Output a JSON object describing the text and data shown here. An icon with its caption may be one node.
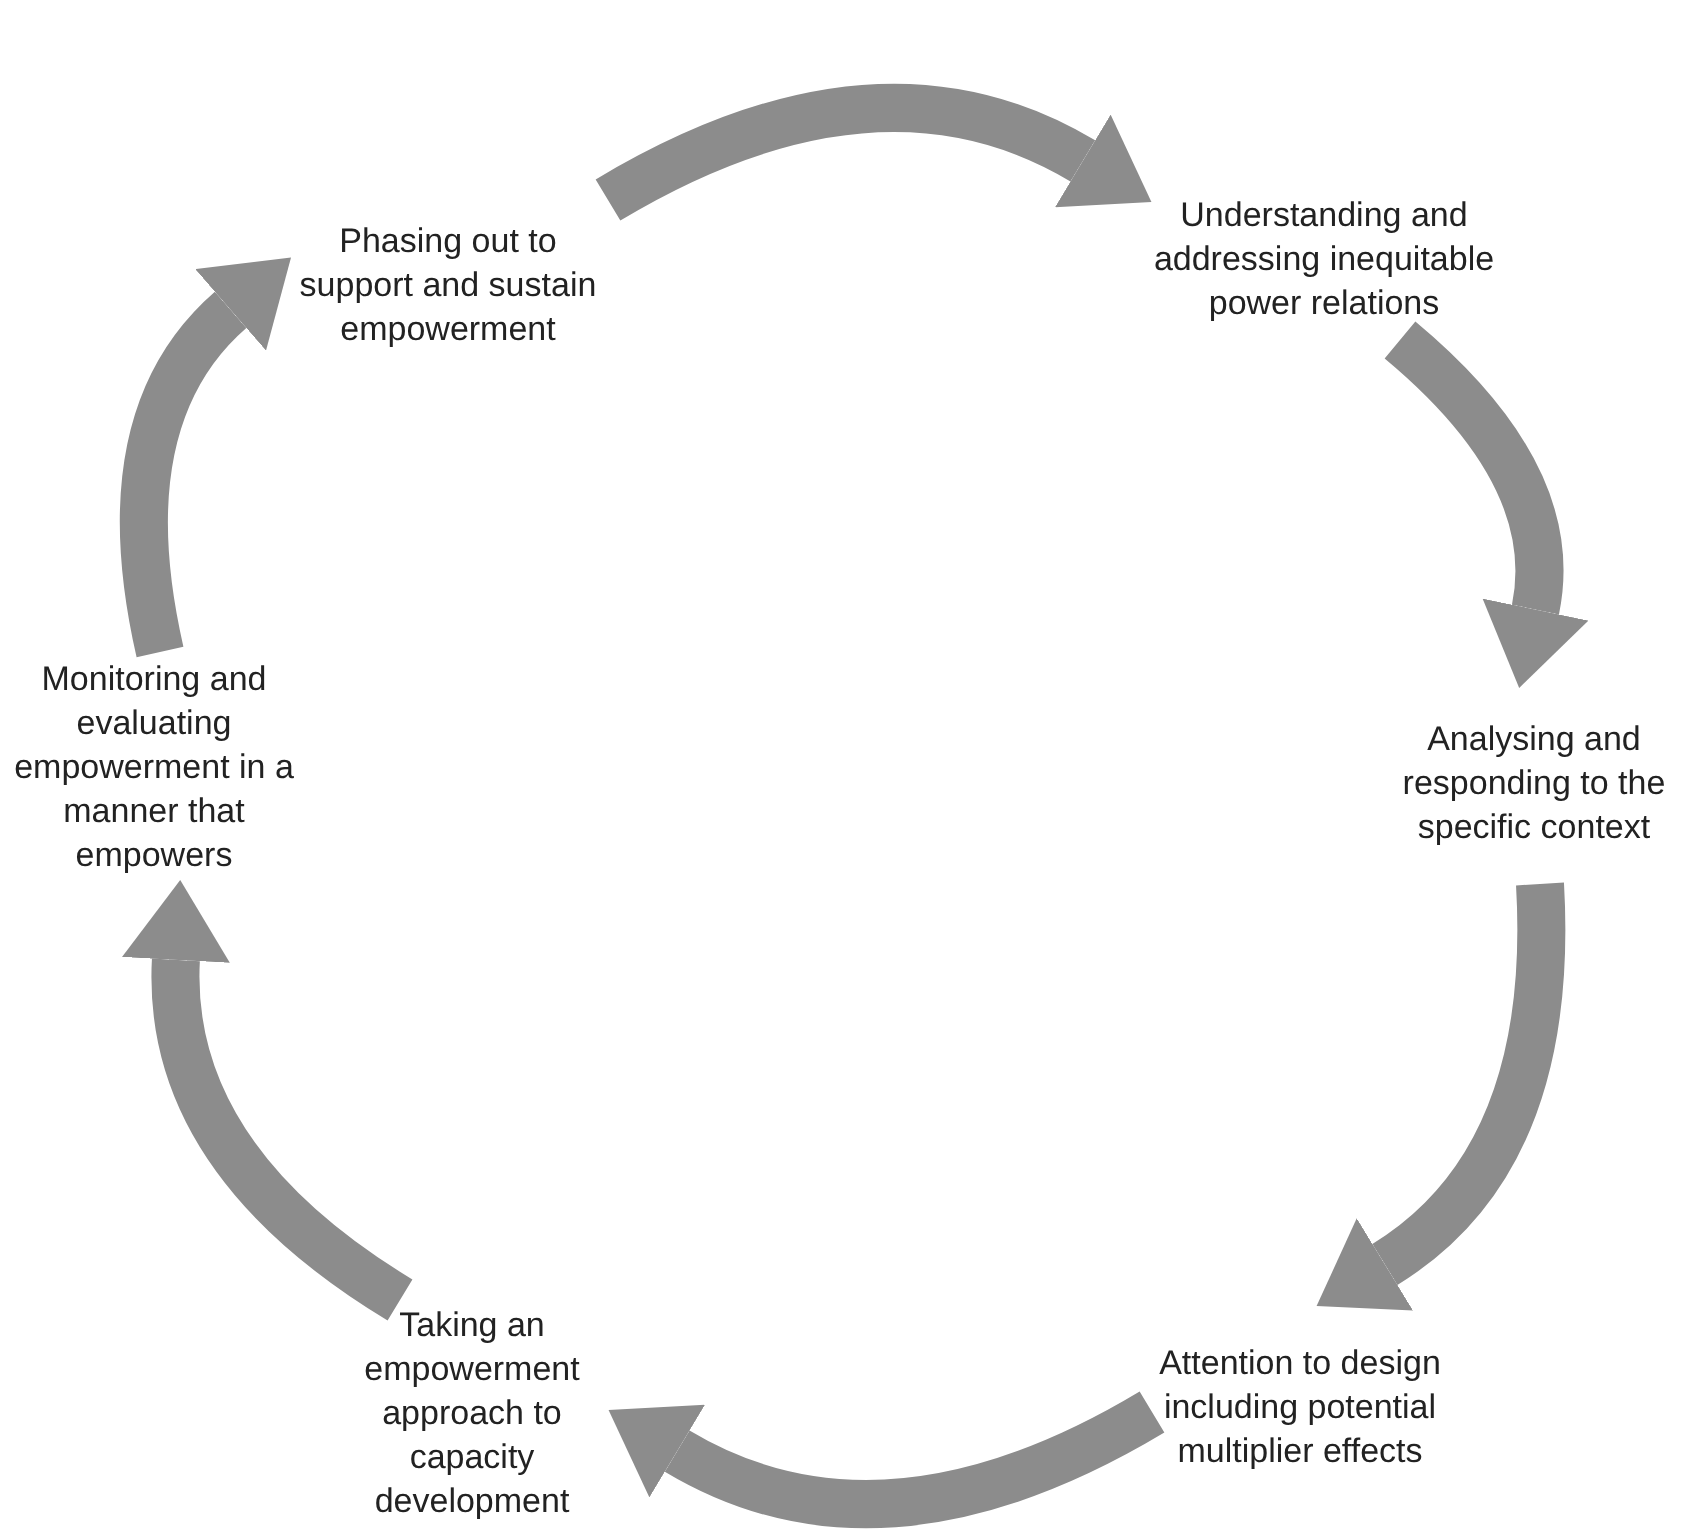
{
  "diagram": {
    "nodes": [
      {
        "text": [
          "Phasing out to support and sustain empowerment"
        ]
      },
      {
        "text": [
          "Understanding and addressing inequitable power relations"
        ]
      },
      {
        "text": [
          "Analysing and responding to the specific context"
        ]
      },
      {
        "text": [
          "Attention to design including potential multiplier effects"
        ]
      },
      {
        "text": [
          "Taking an empowerment approach to capacity development"
        ]
      },
      {
        "text": [
          "Monitoring and evaluating empowerment in a manner that empowers"
        ]
      }
    ],
    "edges": [
      {
        "from": 0,
        "to": 1,
        "arrow": "to"
      },
      {
        "from": 1,
        "to": 2,
        "arrow": "to"
      },
      {
        "from": 2,
        "to": 3,
        "arrow": "to"
      },
      {
        "from": 3,
        "to": 4,
        "arrow": "to"
      },
      {
        "from": 4,
        "to": 5,
        "arrow": "to"
      },
      {
        "from": 5,
        "to": 0,
        "arrow": "to"
      }
    ]
  }
}
